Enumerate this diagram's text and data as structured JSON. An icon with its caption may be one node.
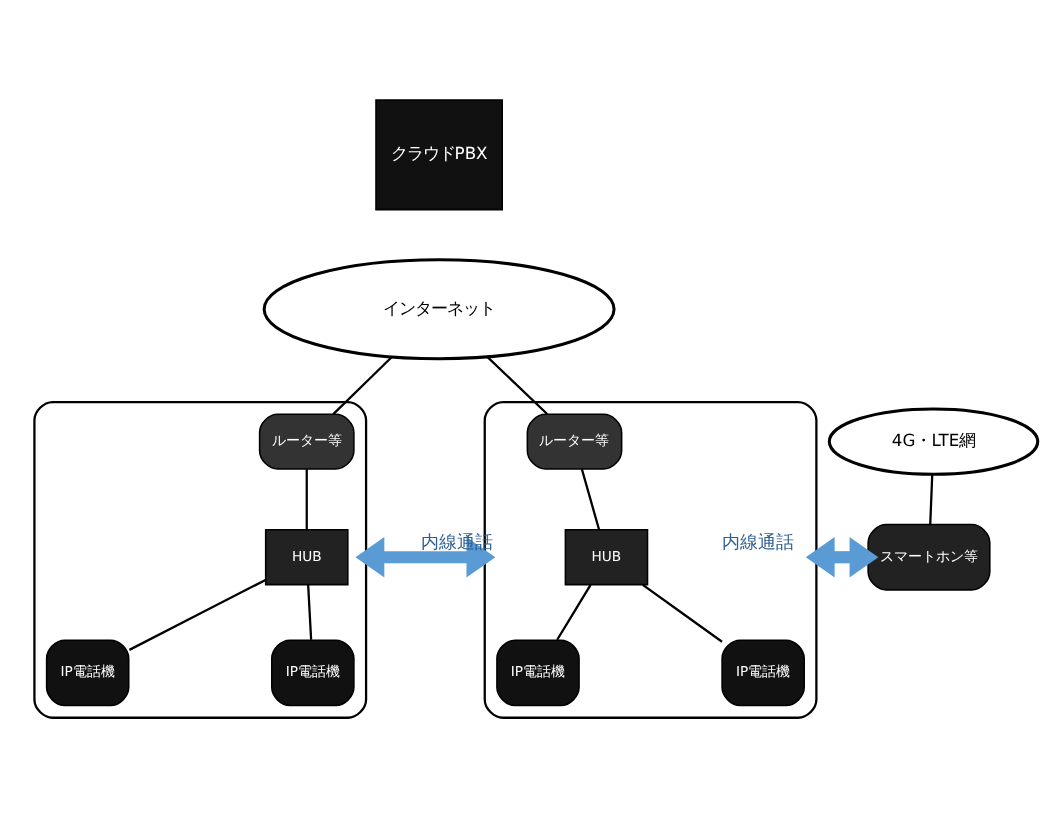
{
  "diagram": {
    "nodes": [
      {
        "text": [
          "クラウドPBX"
        ]
      },
      {
        "text": [
          "インターネット"
        ]
      },
      {
        "text": [
          "4G・LTE網"
        ]
      },
      {
        "text": [],
        "shape": "box"
      },
      {
        "text": [
          "ルーター等"
        ],
        "in": 3
      },
      {
        "text": [
          "HUB"
        ],
        "in": 3
      },
      {
        "text": [
          "IP電話機"
        ],
        "in": 3
      },
      {
        "text": [
          "IP電話機"
        ],
        "in": 3
      },
      {
        "text": [],
        "shape": "box"
      },
      {
        "text": [
          "ルーター等"
        ],
        "in": 8
      },
      {
        "text": [
          "HUB"
        ],
        "in": 8
      },
      {
        "text": [
          "IP電話機"
        ],
        "in": 8
      },
      {
        "text": [
          "IP電話機"
        ],
        "in": 8
      },
      {
        "text": [
          "スマートホン等"
        ]
      }
    ],
    "edges": [
      {
        "from": 1,
        "to": 4,
        "arrow": "none"
      },
      {
        "from": 1,
        "to": 9,
        "arrow": "none"
      },
      {
        "from": 4,
        "to": 5,
        "arrow": "none"
      },
      {
        "from": 5,
        "to": 6,
        "arrow": "none"
      },
      {
        "from": 5,
        "to": 7,
        "arrow": "none"
      },
      {
        "from": 9,
        "to": 10,
        "arrow": "none"
      },
      {
        "from": 10,
        "to": 11,
        "arrow": "none"
      },
      {
        "from": 10,
        "to": 12,
        "arrow": "none"
      },
      {
        "from": 3,
        "to": 8,
        "arrow": "both",
        "label": "内線通話",
        "style": "thick",
        "color": "#5b9bd5"
      },
      {
        "from": 8,
        "to": 13,
        "arrow": "both",
        "label": "内線通話",
        "style": "thick",
        "color": "#5b9bd5"
      },
      {
        "from": 2,
        "to": 13,
        "arrow": "none"
      }
    ]
  }
}
